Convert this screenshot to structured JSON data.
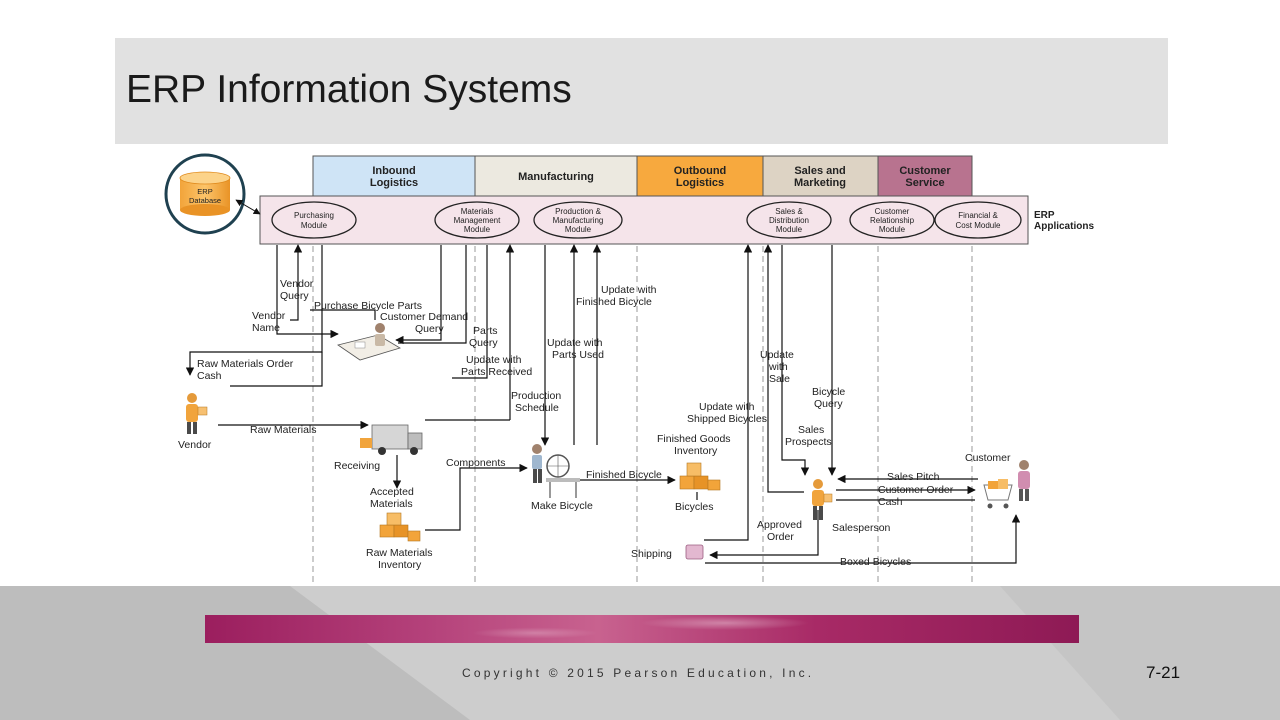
{
  "slide": {
    "title": "ERP Information Systems",
    "copyright": "Copyright © 2015 Pearson Education, Inc.",
    "slide_number": "7-21"
  },
  "diagram": {
    "database": {
      "label_line1": "ERP",
      "label_line2": "Database"
    },
    "erp_applications": {
      "line1": "ERP",
      "line2": "Applications"
    },
    "departments": [
      {
        "line1": "Inbound",
        "line2": "Logistics",
        "color": "#cfe4f6"
      },
      {
        "line1": "Manufacturing",
        "line2": "",
        "color": "#ece9e0"
      },
      {
        "line1": "Outbound",
        "line2": "Logistics",
        "color": "#f7a93e"
      },
      {
        "line1": "Sales and",
        "line2": "Marketing",
        "color": "#ddd3c4"
      },
      {
        "line1": "Customer",
        "line2": "Service",
        "color": "#b8738f"
      }
    ],
    "modules": [
      {
        "line1": "Purchasing",
        "line2": "Module",
        "line3": ""
      },
      {
        "line1": "Materials",
        "line2": "Management",
        "line3": "Module"
      },
      {
        "line1": "Production &",
        "line2": "Manufacturing",
        "line3": "Module"
      },
      {
        "line1": "Sales &",
        "line2": "Distribution",
        "line3": "Module"
      },
      {
        "line1": "Customer",
        "line2": "Relationship",
        "line3": "Module"
      },
      {
        "line1": "Financial &",
        "line2": "Cost Module",
        "line3": ""
      }
    ],
    "actors": {
      "vendor": "Vendor",
      "receiving": "Receiving",
      "accepted_1": "Accepted",
      "accepted_2": "Materials",
      "raw_inv_1": "Raw Materials",
      "raw_inv_2": "Inventory",
      "make_bicycle": "Make Bicycle",
      "fg_inv_1": "Finished Goods",
      "fg_inv_2": "Inventory",
      "bicycles": "Bicycles",
      "shipping": "Shipping",
      "salesperson": "Salesperson",
      "customer": "Customer"
    },
    "flows": {
      "vendor_query_1": "Vendor",
      "vendor_query_2": "Query",
      "purchase_parts": "Purchase Bicycle Parts",
      "vendor_name_1": "Vendor",
      "vendor_name_2": "Name",
      "cust_demand_1": "Customer Demand",
      "cust_demand_2": "Query",
      "parts_query_1": "Parts",
      "parts_query_2": "Query",
      "raw_order_1": "Raw Materials Order",
      "raw_order_2": "Cash",
      "update_parts_recv_1": "Update with",
      "update_parts_recv_2": "Parts Received",
      "update_parts_used_1": "Update with",
      "update_parts_used_2": "Parts Used",
      "update_fin_bike_1": "Update with",
      "update_fin_bike_2": "Finished Bicycle",
      "raw_materials": "Raw Materials",
      "prod_sched_1": "Production",
      "prod_sched_2": "Schedule",
      "components": "Components",
      "finished_bicycle": "Finished Bicycle",
      "update_shipped_1": "Update with",
      "update_shipped_2": "Shipped Bicycles",
      "update_sale_1": "Update",
      "update_sale_2": "with",
      "update_sale_3": "Sale",
      "sales_prospects_1": "Sales",
      "sales_prospects_2": "Prospects",
      "bicycle_query_1": "Bicycle",
      "bicycle_query_2": "Query",
      "sales_pitch": "Sales Pitch",
      "cust_order_1": "Customer Order",
      "cust_order_2": "Cash",
      "approved_1": "Approved",
      "approved_2": "Order",
      "boxed_bicycles": "Boxed Bicycles"
    }
  }
}
